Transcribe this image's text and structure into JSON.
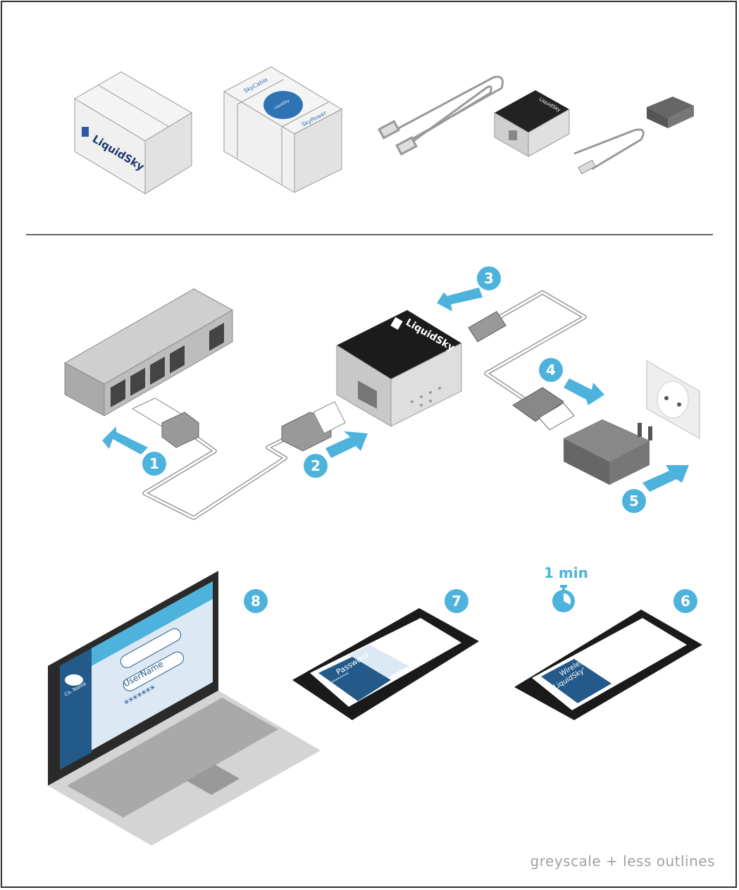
{
  "box": {
    "brand": "LiquidSky"
  },
  "accessory_box": {
    "cable_label": "SkyCable",
    "power_label": "SkyPower",
    "logo": "LiquidSky"
  },
  "device": {
    "brand": "LiquidSky"
  },
  "steps": [
    "1",
    "2",
    "3",
    "4",
    "5",
    "6",
    "7",
    "8"
  ],
  "timer": {
    "label": "1 min",
    "icon": "stopwatch-icon"
  },
  "laptop": {
    "company": "Co. Name",
    "username": "UserName",
    "password": "*******"
  },
  "phone_password": {
    "label": "Password",
    "dots": "**********"
  },
  "phone_wifi": {
    "line1": "Wireless ID",
    "line2": "'LiquidSky'"
  },
  "footer": "greyscale + less outlines",
  "colors": {
    "accent": "#4db3dc",
    "navy": "#245a8a",
    "screen": "#dce9f5"
  }
}
